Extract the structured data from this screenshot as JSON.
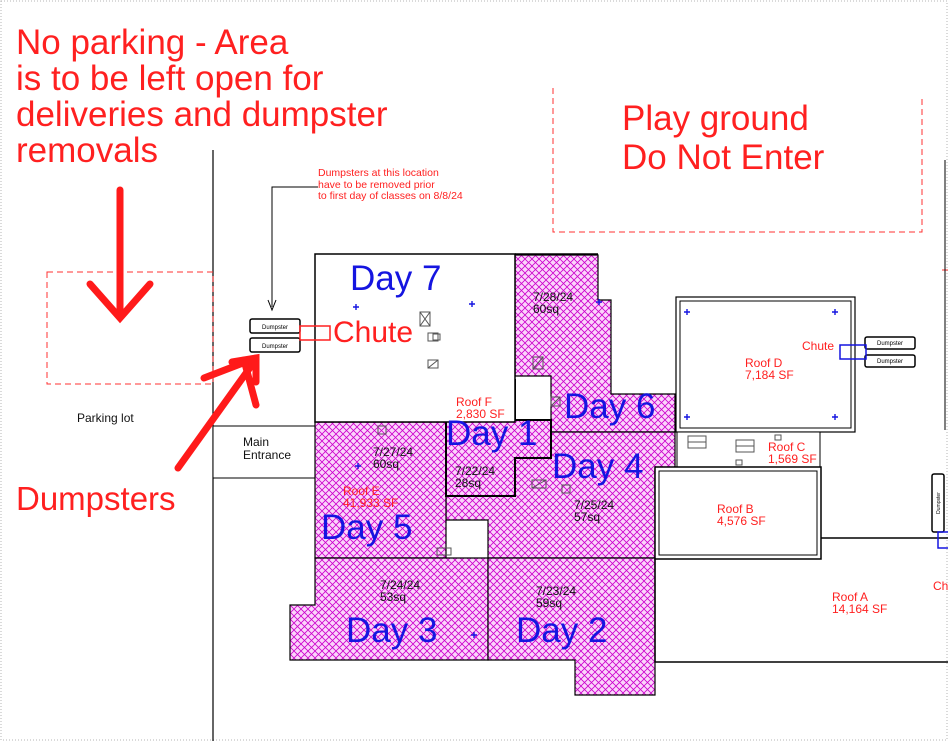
{
  "notes": {
    "no_parking": "No parking - Area\nis to be left open for\ndeliveries and dumpster\nremovals",
    "dumpster_removal": "Dumpsters at this location\nhave to be removed prior\nto first day of classes on 8/8/24",
    "playground": "Play ground\nDo Not Enter",
    "dumpsters": "Dumpsters"
  },
  "labels": {
    "parking_lot": "Parking lot",
    "main_entrance": "Main\nEntrance",
    "chute": "Chute",
    "chute_cut": "Ch",
    "dumpster": "Dumpster"
  },
  "days": {
    "day1": "Day 1",
    "day2": "Day 2",
    "day3": "Day 3",
    "day4": "Day 4",
    "day5": "Day 5",
    "day6": "Day 6",
    "day7": "Day 7"
  },
  "schedule": {
    "d6": "7/28/24\n60sq",
    "d5": "7/27/24\n60sq",
    "d1": "7/22/24\n28sq",
    "d4": "7/25/24\n57sq",
    "d3": "7/24/24\n53sq",
    "d2": "7/23/24\n59sq"
  },
  "roofs": {
    "A": "Roof A\n14,164 SF",
    "B": "Roof B\n4,576 SF",
    "C": "Roof C\n1,569 SF",
    "D": "Roof D\n7,184 SF",
    "E": "Roof E\n41,933 SF",
    "F": "Roof F\n2,830 SF"
  },
  "colors": {
    "annotation_red": "#ff2020",
    "day_blue": "#1515e0",
    "hatch_magenta": "#cc00cc",
    "hatch_fill": "#fbd5fb"
  }
}
